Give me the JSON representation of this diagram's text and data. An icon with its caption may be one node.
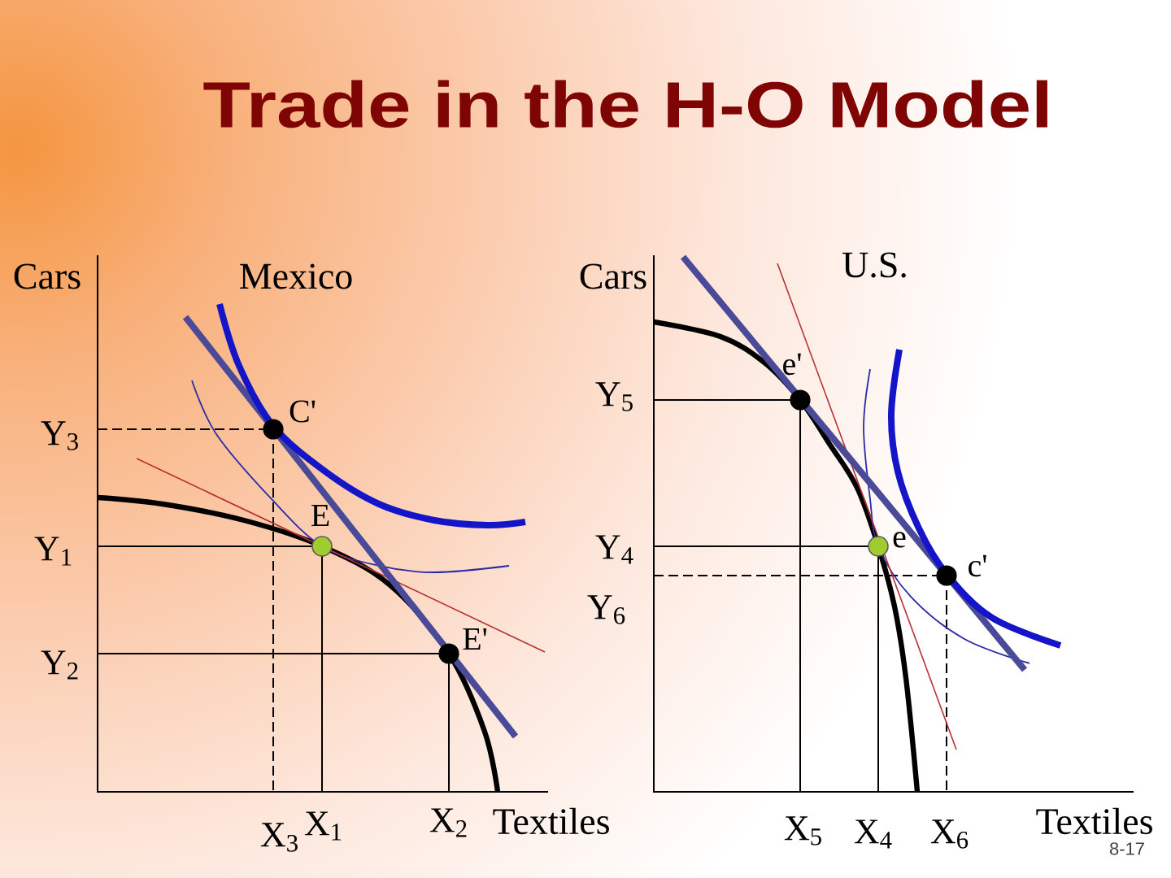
{
  "diagram": {
    "title": "Trade in the H-O Model",
    "labels": [
      "Cars",
      "Mexico",
      "Y$_{3}$",
      "C'",
      "E",
      "Y$_{1}$",
      "E'",
      "Y$_{2}$",
      "X$_{3}$",
      "X$_{1}$",
      "X$_{2}$",
      "Textiles",
      "Cars",
      "U.S.",
      "Y$_{5}$",
      "e'",
      "Y$_{4}$",
      "e",
      "c'",
      "Y$_{6}$",
      "X$_{5}$",
      "X$_{4}$",
      "X$_{6}$",
      "Textiles",
      "8-17"
    ]
  }
}
